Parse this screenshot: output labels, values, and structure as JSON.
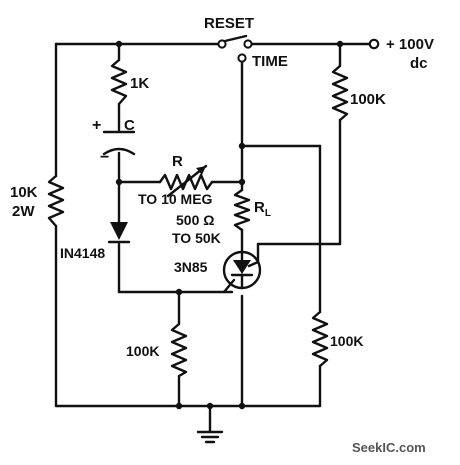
{
  "labels": {
    "reset": "RESET",
    "time": "TIME",
    "supply_value": "+ 100V",
    "supply_unit": "dc",
    "r_top": "1K",
    "cap_plus": "+",
    "cap_name": "C",
    "cap_minus": "−",
    "r_left_value": "10K",
    "r_left_power": "2W",
    "r_var_name": "R",
    "r_var_range": "TO 10 MEG",
    "diode": "IN4148",
    "rl_name": "R",
    "rl_sub": "L",
    "rl_min": "500 Ω",
    "rl_max": "TO 50K",
    "scr": "3N85",
    "r_right_top": "100K",
    "r_bottom_mid": "100K",
    "r_bottom_right": "100K"
  },
  "watermark": "SeekIC.com"
}
